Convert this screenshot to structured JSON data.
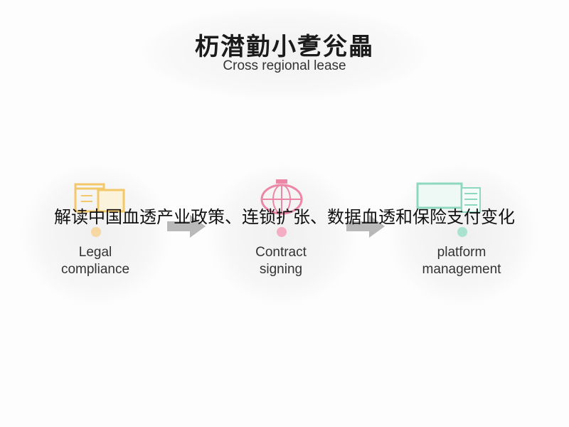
{
  "header": {
    "title": "杤澘勭小乽兊畾",
    "subtitle": "Cross regional lease"
  },
  "steps": [
    {
      "line1": "Legal",
      "line2": "compliance",
      "icon": "folder-icon",
      "color": "#f3c86a"
    },
    {
      "line1": "Contract",
      "line2": "signing",
      "icon": "globe-icon",
      "color": "#ec87a6"
    },
    {
      "line1": "platform",
      "line2": "management",
      "icon": "monitor-icon",
      "color": "#8ed8c0"
    }
  ],
  "overlay_text": "解读中国血透产业政策、连锁扩张、数据血透和保险支付变化",
  "colors": {
    "arrow": "#b9b9b9"
  }
}
